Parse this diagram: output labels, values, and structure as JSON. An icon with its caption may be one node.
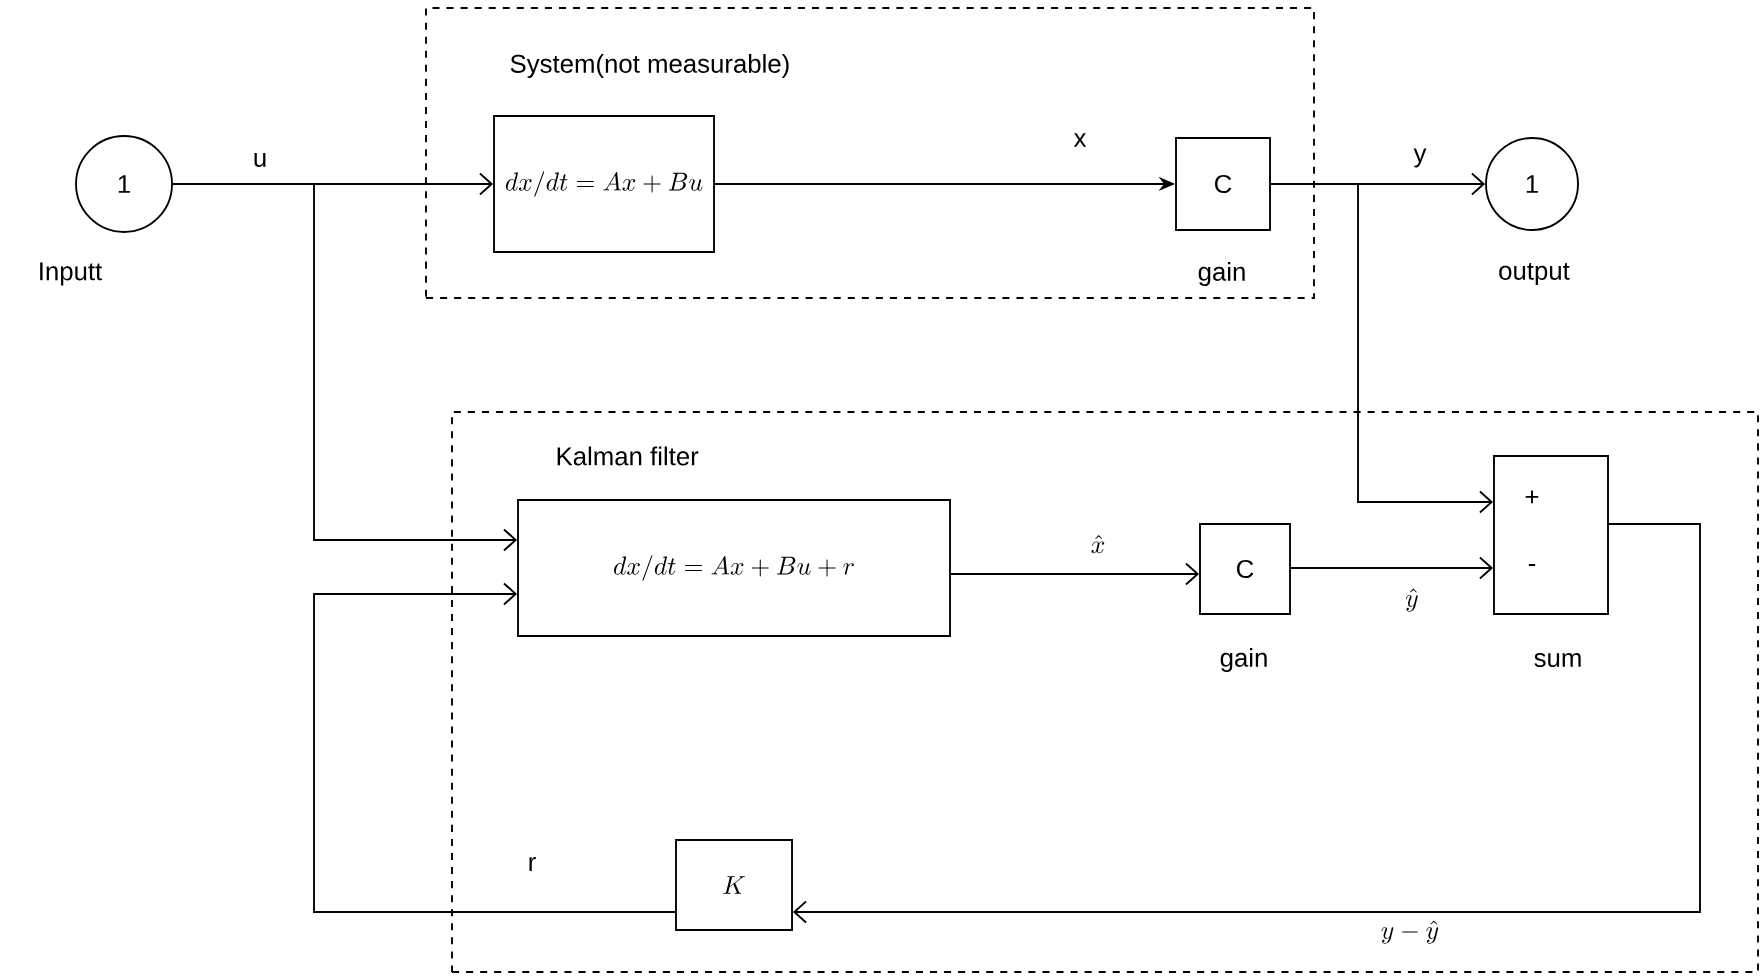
{
  "diagram": {
    "nodes": [
      {
        "text": [
          "System(not measurable)"
        ]
      },
      {
        "text": [
          "dx/dt = Ax + Bu"
        ],
        "in": 0
      },
      {
        "text": [
          "C"
        ],
        "in": 0,
        "beside": [
          "gain"
        ]
      },
      {
        "text": [
          "1"
        ],
        "beside": [
          "Inputt"
        ]
      },
      {
        "text": [
          "1"
        ],
        "beside": [
          "output"
        ]
      },
      {
        "text": [
          "Kalman filter"
        ]
      },
      {
        "text": [
          "dx/dt = Ax + Bu + r"
        ],
        "in": 5
      },
      {
        "text": [
          "C"
        ],
        "in": 5,
        "beside": [
          "gain"
        ]
      },
      {
        "text": [
          "+",
          "-"
        ],
        "in": 5,
        "beside": [
          "sum"
        ]
      },
      {
        "text": [
          "K"
        ],
        "in": 5
      }
    ],
    "edges": [
      {
        "from": 3,
        "to": 1,
        "arrow": "to",
        "label": "u"
      },
      {
        "from": 3,
        "to": 6,
        "arrow": "to"
      },
      {
        "from": 1,
        "to": 2,
        "arrow": "to",
        "label": "x"
      },
      {
        "from": 2,
        "to": 4,
        "arrow": "to",
        "label": "y"
      },
      {
        "from": 2,
        "to": 8,
        "arrow": "to"
      },
      {
        "from": 6,
        "to": 7,
        "arrow": "to",
        "label": "\\hat{x}"
      },
      {
        "from": 7,
        "to": 8,
        "arrow": "to",
        "label": "\\hat{y}"
      },
      {
        "from": 8,
        "to": 9,
        "arrow": "to",
        "label": "y - \\hat{y}"
      },
      {
        "from": 9,
        "to": 6,
        "arrow": "to",
        "label": "r"
      }
    ]
  }
}
